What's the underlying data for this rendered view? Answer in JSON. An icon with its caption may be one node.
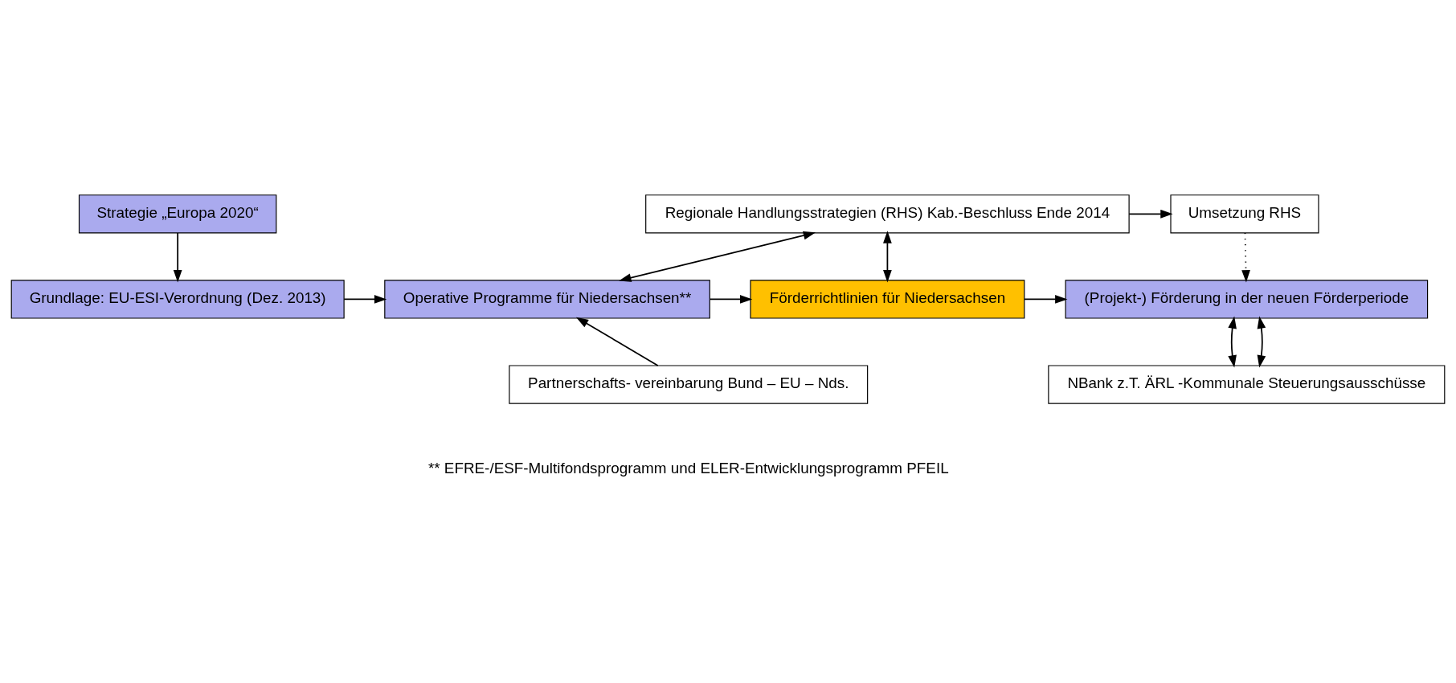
{
  "diagram": {
    "nodes": [
      {
        "text": [
          "Strategie „Europa 2020“"
        ]
      },
      {
        "text": [
          "Regionale Handlungsstrategien (RHS) Kab.-Beschluss Ende 2014"
        ]
      },
      {
        "text": [
          "Umsetzung RHS"
        ]
      },
      {
        "text": [
          "Grundlage: EU-ESI-Verordnung (Dez. 2013)"
        ]
      },
      {
        "text": [
          "Operative Programme für Niedersachsen**"
        ]
      },
      {
        "text": [
          "Förderrichtlinien für Niedersachsen"
        ]
      },
      {
        "text": [
          "(Projekt-) Förderung in der neuen Förderperiode"
        ]
      },
      {
        "text": [
          "NBank z.T. ÄRL -Kommunale Steuerungsausschüsse"
        ]
      },
      {
        "text": [
          "Partnerschafts- vereinbarung Bund – EU – Nds."
        ]
      }
    ],
    "edges": [
      {
        "from": 0,
        "to": 3,
        "arrow": "to"
      },
      {
        "from": 3,
        "to": 4,
        "arrow": "to"
      },
      {
        "from": 4,
        "to": 5,
        "arrow": "to"
      },
      {
        "from": 5,
        "to": 6,
        "arrow": "to"
      },
      {
        "from": 1,
        "to": 4,
        "arrow": "both"
      },
      {
        "from": 1,
        "to": 5,
        "arrow": "both"
      },
      {
        "from": 1,
        "to": 2,
        "arrow": "to"
      },
      {
        "from": 2,
        "to": 6,
        "arrow": "to",
        "style": "dashed"
      },
      {
        "from": 6,
        "to": 7,
        "arrow": "both"
      },
      {
        "from": 6,
        "to": 7,
        "arrow": "both"
      },
      {
        "from": 8,
        "to": 4,
        "arrow": "to"
      }
    ],
    "labels": [
      "** EFRE-/ESF-Multifondsprogramm und ELER-Entwicklungsprogramm PFEIL"
    ]
  }
}
